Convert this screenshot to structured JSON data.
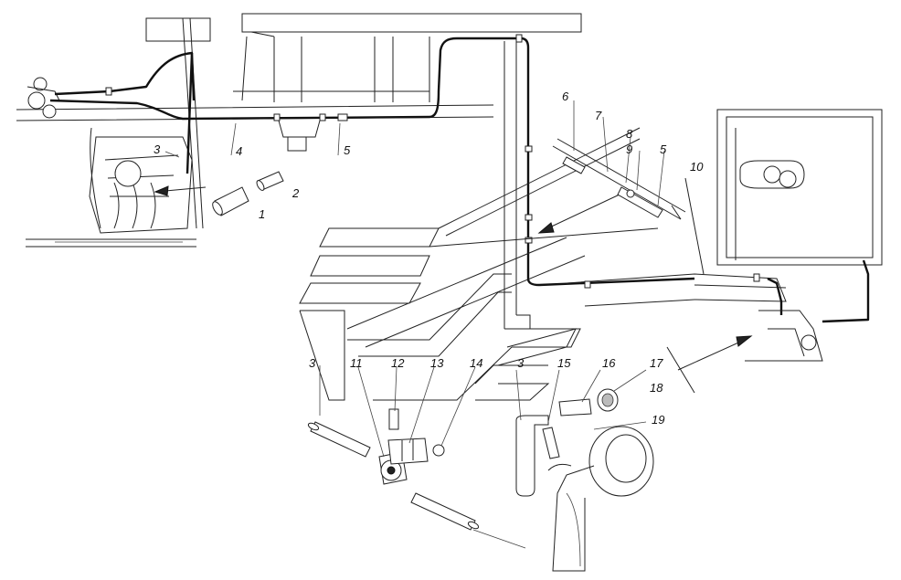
{
  "callouts": {
    "c1": "1",
    "c2": "2",
    "c3a": "3",
    "c4": "4",
    "c5a": "5",
    "c6": "6",
    "c7": "7",
    "c8": "8",
    "c9": "9",
    "c5b": "5",
    "c10": "10",
    "c3b": "3",
    "c11": "11",
    "c12": "12",
    "c13": "13",
    "c14": "14",
    "c3c": "3",
    "c15": "15",
    "c16": "16",
    "c17": "17",
    "c18": "18",
    "c19": "19"
  }
}
